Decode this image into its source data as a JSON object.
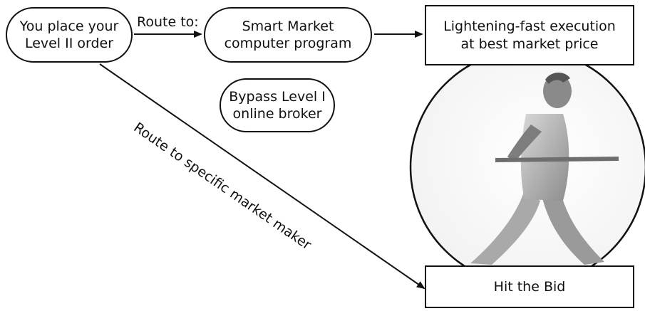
{
  "nodes": {
    "place_order": {
      "line1": "You place your",
      "line2": "Level II order"
    },
    "smart_market": {
      "line1": "Smart Market",
      "line2": "computer program"
    },
    "execution": {
      "line1": "Lightening-fast execution",
      "line2": "at best market price"
    },
    "bypass": {
      "line1": "Bypass Level I",
      "line2": "online broker"
    },
    "hit_bid": {
      "label": "Hit the Bid"
    }
  },
  "edges": {
    "route_to": "Route to:",
    "route_specific": "Route to specific market maker"
  },
  "illustration": {
    "icon": "baseball-batter-illustration"
  }
}
